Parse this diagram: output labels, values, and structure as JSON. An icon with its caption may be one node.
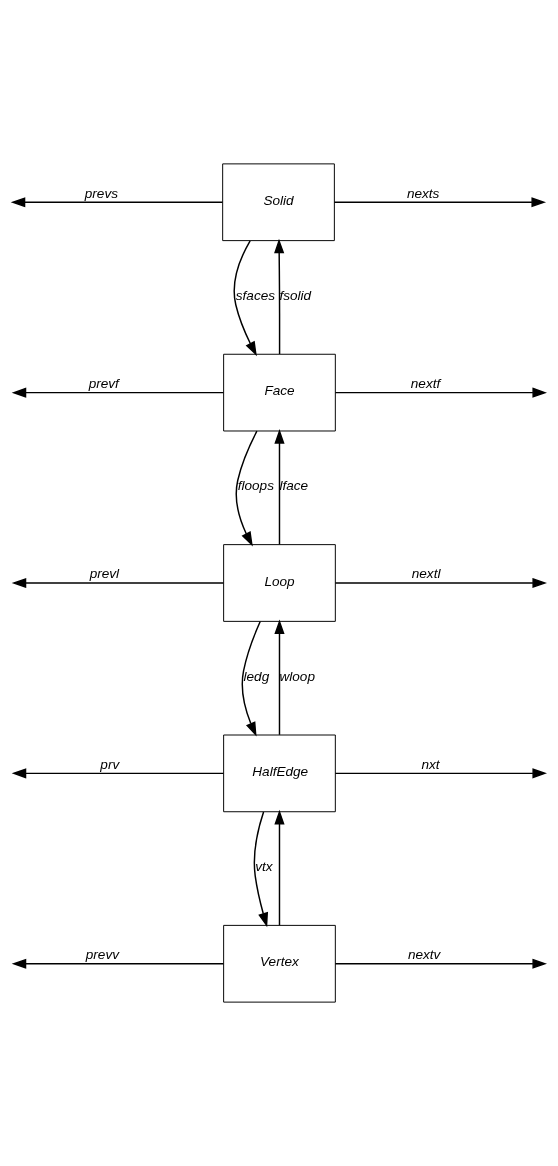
{
  "diagram": {
    "nodes": [
      {
        "text": [
          "Solid"
        ]
      },
      {
        "text": [
          "Face"
        ]
      },
      {
        "text": [
          "Loop"
        ]
      },
      {
        "text": [
          "HalfEdge"
        ]
      },
      {
        "text": [
          "Vertex"
        ]
      }
    ],
    "edges": [
      {
        "from": 0,
        "to": null,
        "arrow": "to",
        "label": "prevs"
      },
      {
        "from": 0,
        "to": null,
        "arrow": "to",
        "label": "nexts"
      },
      {
        "from": 0,
        "to": 1,
        "arrow": "to",
        "label": "sfaces"
      },
      {
        "from": 1,
        "to": 0,
        "arrow": "to",
        "label": "fsolid"
      },
      {
        "from": 1,
        "to": null,
        "arrow": "to",
        "label": "prevf"
      },
      {
        "from": 1,
        "to": null,
        "arrow": "to",
        "label": "nextf"
      },
      {
        "from": 1,
        "to": 2,
        "arrow": "to",
        "label": "floops"
      },
      {
        "from": 2,
        "to": 1,
        "arrow": "to",
        "label": "lface"
      },
      {
        "from": 2,
        "to": null,
        "arrow": "to",
        "label": "prevl"
      },
      {
        "from": 2,
        "to": null,
        "arrow": "to",
        "label": "nextl"
      },
      {
        "from": 2,
        "to": 3,
        "arrow": "to",
        "label": "ledg"
      },
      {
        "from": 3,
        "to": 2,
        "arrow": "to",
        "label": "wloop"
      },
      {
        "from": 3,
        "to": null,
        "arrow": "to",
        "label": "prv"
      },
      {
        "from": 3,
        "to": null,
        "arrow": "to",
        "label": "nxt"
      },
      {
        "from": 3,
        "to": 4,
        "arrow": "to",
        "label": "vtx"
      },
      {
        "from": 4,
        "to": 3,
        "arrow": "to"
      },
      {
        "from": 4,
        "to": null,
        "arrow": "to",
        "label": "prevv"
      },
      {
        "from": 4,
        "to": null,
        "arrow": "to",
        "label": "nextv"
      }
    ]
  }
}
